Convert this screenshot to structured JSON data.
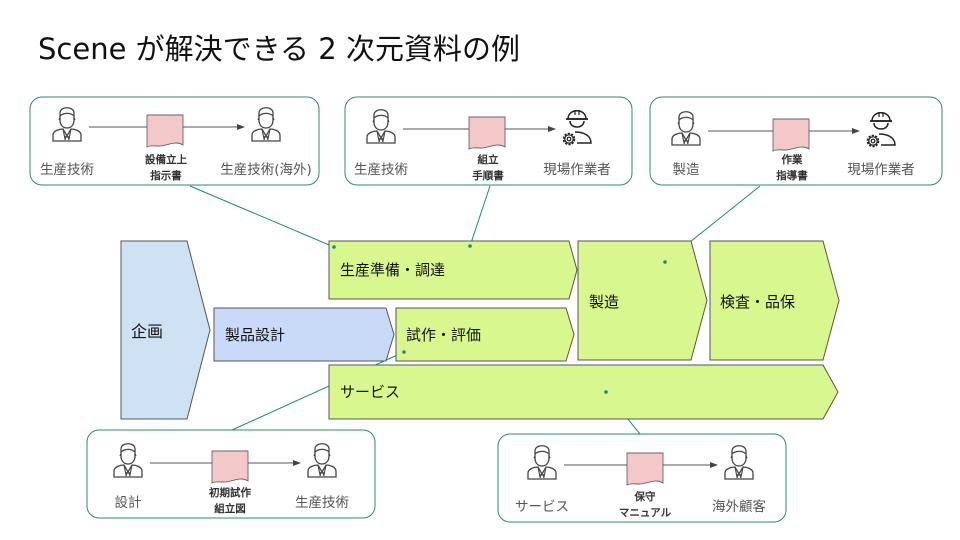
{
  "title": "Scene が解決できる 2 次元資料の例",
  "colors": {
    "blue_stage": "#cfe2f3",
    "blue_stage2": "#c9daf8",
    "green_stage": "#d9f78f",
    "stage_border": "#555555",
    "callout_border": "#2e8b6a",
    "connector": "#1a8a7a",
    "document_fill": "#f4c7c9"
  },
  "stages": [
    {
      "id": "planning",
      "label": "企画"
    },
    {
      "id": "product-design",
      "label": "製品設計"
    },
    {
      "id": "production-prep",
      "label": "生産準備・調達"
    },
    {
      "id": "prototype-eval",
      "label": "試作・評価"
    },
    {
      "id": "manufacturing",
      "label": "製造"
    },
    {
      "id": "inspection-qa",
      "label": "検査・品保"
    },
    {
      "id": "service",
      "label": "サービス"
    }
  ],
  "callouts": [
    {
      "from": "生産技術",
      "from_icon": "businessman-icon",
      "document": [
        "設備立上",
        "指示書"
      ],
      "to": "生産技術(海外)",
      "to_icon": "businessman-icon",
      "target_stage": "生産準備・調達"
    },
    {
      "from": "生産技術",
      "from_icon": "businessman-icon",
      "document": [
        "組立",
        "手順書"
      ],
      "to": "現場作業者",
      "to_icon": "worker-helmet-gear-icon",
      "target_stage": "生産準備・調達"
    },
    {
      "from": "製造",
      "from_icon": "businessman-icon",
      "document": [
        "作業",
        "指導書"
      ],
      "to": "現場作業者",
      "to_icon": "worker-helmet-gear-icon",
      "target_stage": "製造"
    },
    {
      "from": "設計",
      "from_icon": "businessman-icon",
      "document": [
        "初期試作",
        "組立図"
      ],
      "to": "生産技術",
      "to_icon": "businessman-icon",
      "target_stage": "試作・評価"
    },
    {
      "from": "サービス",
      "from_icon": "businessman-icon",
      "document": [
        "保守",
        "マニュアル"
      ],
      "to": "海外顧客",
      "to_icon": "businessman-icon",
      "target_stage": "サービス"
    }
  ]
}
